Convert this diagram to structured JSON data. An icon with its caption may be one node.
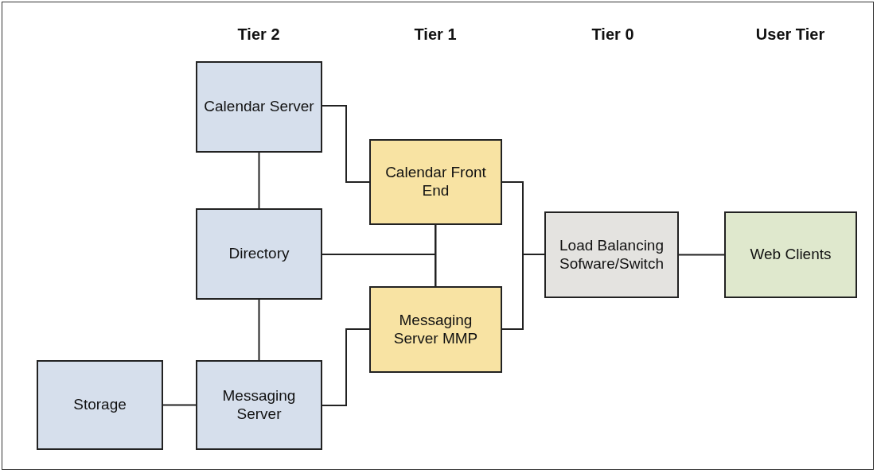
{
  "diagram": {
    "nodes": [
      {
        "text": [
          "Calendar Server"
        ]
      },
      {
        "text": [
          "Calendar Front End"
        ]
      },
      {
        "text": [
          "Directory"
        ]
      },
      {
        "text": [
          "Load Balancing Sofware/Switch"
        ]
      },
      {
        "text": [
          "Web Clients"
        ]
      },
      {
        "text": [
          "Messaging Server MMP"
        ]
      },
      {
        "text": [
          "Storage"
        ]
      },
      {
        "text": [
          "Messaging Server"
        ]
      }
    ],
    "edges": [
      {
        "from": 0,
        "to": 1,
        "arrow": "none"
      },
      {
        "from": 0,
        "to": 2,
        "arrow": "none"
      },
      {
        "from": 2,
        "to": 7,
        "arrow": "none"
      },
      {
        "from": 6,
        "to": 7,
        "arrow": "none"
      },
      {
        "from": 7,
        "to": 5,
        "arrow": "none"
      },
      {
        "from": 1,
        "to": 5,
        "arrow": "none"
      },
      {
        "from": 2,
        "to": 1,
        "arrow": "none"
      },
      {
        "from": 2,
        "to": 5,
        "arrow": "none"
      },
      {
        "from": 1,
        "to": 3,
        "arrow": "none"
      },
      {
        "from": 5,
        "to": 3,
        "arrow": "none"
      },
      {
        "from": 3,
        "to": 4,
        "arrow": "none"
      }
    ],
    "labels": [
      "Tier 2",
      "Tier 1",
      "Tier 0",
      "User Tier"
    ]
  }
}
